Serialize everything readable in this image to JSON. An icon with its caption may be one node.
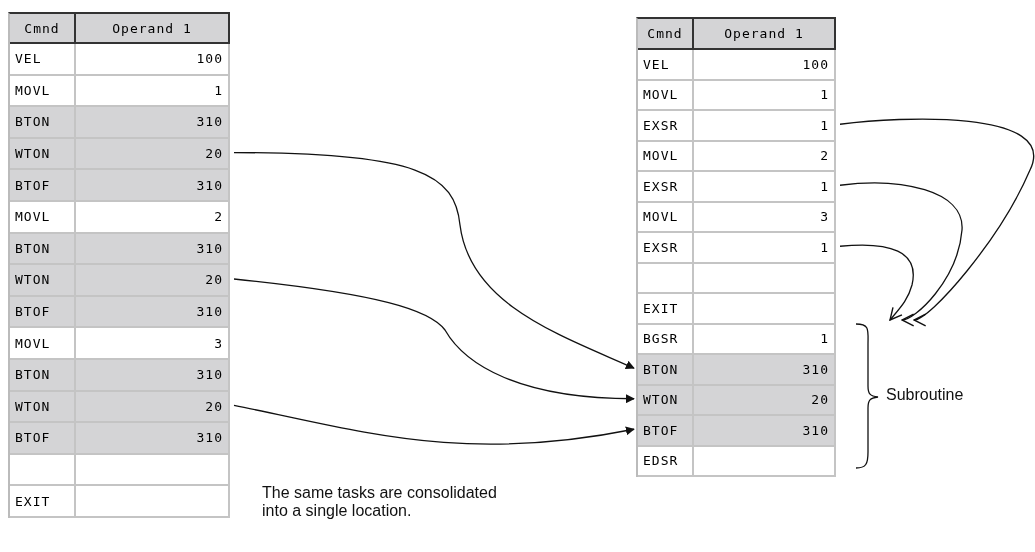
{
  "diagram": {
    "nodes": [
      {
        "text": [],
        "shape": "box"
      },
      {
        "text": [
          "Cmnd",
          "Operand 1"
        ],
        "in": 0
      },
      {
        "text": [
          "VEL",
          "100"
        ],
        "in": 0
      },
      {
        "text": [
          "MOVL",
          "1"
        ],
        "in": 0
      },
      {
        "text": [
          "BTON",
          "310"
        ],
        "in": 0
      },
      {
        "text": [
          "WTON",
          "20"
        ],
        "in": 0
      },
      {
        "text": [
          "BTOF",
          "310"
        ],
        "in": 0
      },
      {
        "text": [
          "MOVL",
          "2"
        ],
        "in": 0
      },
      {
        "text": [
          "BTON",
          "310"
        ],
        "in": 0
      },
      {
        "text": [
          "WTON",
          "20"
        ],
        "in": 0
      },
      {
        "text": [
          "BTOF",
          "310"
        ],
        "in": 0
      },
      {
        "text": [
          "MOVL",
          "3"
        ],
        "in": 0
      },
      {
        "text": [
          "BTON",
          "310"
        ],
        "in": 0
      },
      {
        "text": [
          "WTON",
          "20"
        ],
        "in": 0
      },
      {
        "text": [
          "BTOF",
          "310"
        ],
        "in": 0
      },
      {
        "text": [],
        "shape": "box",
        "in": 0
      },
      {
        "text": [
          "EXIT"
        ],
        "in": 0
      },
      {
        "text": [],
        "shape": "box"
      },
      {
        "text": [
          "Cmnd",
          "Operand 1"
        ],
        "in": 17
      },
      {
        "text": [
          "VEL",
          "100"
        ],
        "in": 17
      },
      {
        "text": [
          "MOVL",
          "1"
        ],
        "in": 17
      },
      {
        "text": [
          "EXSR",
          "1"
        ],
        "in": 17
      },
      {
        "text": [
          "MOVL",
          "2"
        ],
        "in": 17
      },
      {
        "text": [
          "EXSR",
          "1"
        ],
        "in": 17
      },
      {
        "text": [
          "MOVL",
          "3"
        ],
        "in": 17
      },
      {
        "text": [
          "EXSR",
          "1"
        ],
        "in": 17
      },
      {
        "text": [],
        "shape": "box",
        "in": 17
      },
      {
        "text": [
          "EXIT"
        ],
        "in": 17
      },
      {
        "text": [
          "BGSR",
          "1"
        ],
        "in": 17
      },
      {
        "text": [
          "BTON",
          "310"
        ],
        "in": 17
      },
      {
        "text": [
          "WTON",
          "20"
        ],
        "in": 17
      },
      {
        "text": [
          "BTOF",
          "310"
        ],
        "in": 17
      },
      {
        "text": [
          "EDSR"
        ],
        "in": 17
      },
      {
        "text": [
          "Subroutine"
        ]
      }
    ],
    "edges": [
      {
        "from": 5,
        "to": 29,
        "arrow": "to"
      },
      {
        "from": 9,
        "to": 30,
        "arrow": "to"
      },
      {
        "from": 13,
        "to": 31,
        "arrow": "to"
      },
      {
        "from": 21,
        "to": 33,
        "arrow": "to"
      },
      {
        "from": 23,
        "to": 33,
        "arrow": "to"
      },
      {
        "from": 25,
        "to": 33,
        "arrow": "to"
      }
    ],
    "labels": [
      "The same tasks are consolidated into a single location."
    ]
  }
}
